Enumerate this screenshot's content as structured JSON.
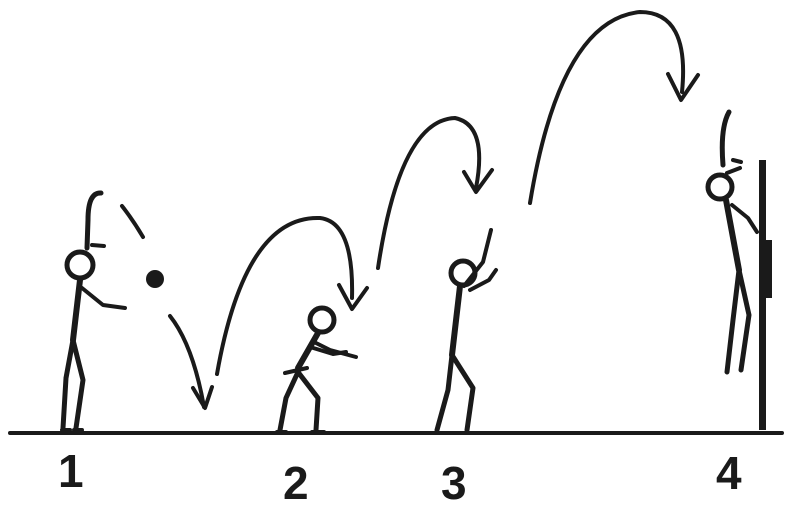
{
  "steps": [
    {
      "number": "1"
    },
    {
      "number": "2"
    },
    {
      "number": "3"
    },
    {
      "number": "4"
    }
  ],
  "colors": {
    "ink": "#1a1a1a",
    "background": "#ffffff"
  }
}
